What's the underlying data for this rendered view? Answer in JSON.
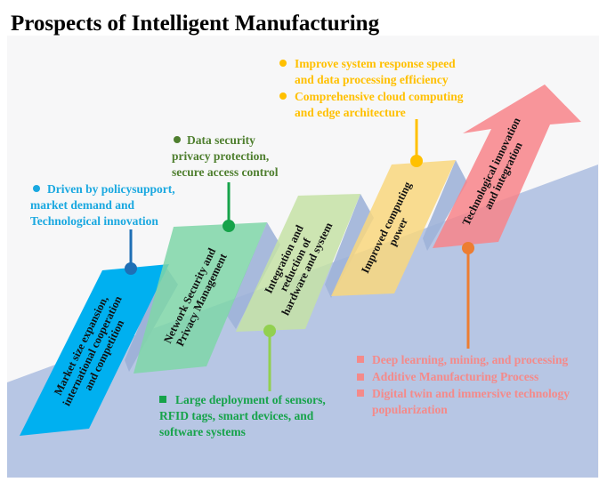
{
  "title": "Prospects of Intelligent Manufacturing",
  "colors": {
    "blue": "#00b0f0",
    "green": "#7fd6a8",
    "light_green": "#c6e2a6",
    "yellow": "#f9d77e",
    "red": "#f8848a",
    "ground": "#b3c3e3",
    "note_cyan": "#1aa8e0",
    "note_olive": "#4f7f2f",
    "note_green": "#16a34a",
    "note_yellow": "#ffc000",
    "note_pink": "#f48a8a"
  },
  "stages": [
    {
      "lines": [
        "Market size expansion,",
        "international cooperation",
        "and competition"
      ]
    },
    {
      "lines": [
        "Network Security and",
        "Privacy Management"
      ]
    },
    {
      "lines": [
        "Integration and",
        "reduction of",
        "hardware and system"
      ]
    },
    {
      "lines": [
        "Improved computing",
        "power"
      ]
    },
    {
      "lines": [
        "Technological innovation",
        "and integration"
      ]
    }
  ],
  "notes": {
    "stage1": [
      "Driven by policysupport,",
      "market demand and",
      "Technological innovation"
    ],
    "stage2": [
      "Data security",
      "privacy protection,",
      "secure access control"
    ],
    "stage3": [
      "Large deployment of sensors,",
      "RFID tags, smart devices, and",
      "software systems"
    ],
    "stage4": [
      "Improve system response speed",
      "and data processing efficiency",
      "Comprehensive cloud computing",
      "and edge architecture"
    ],
    "stage5": [
      "Deep learning, mining, and processing",
      "Additive Manufacturing Process",
      "Digital twin and immersive technology",
      "popularization"
    ]
  }
}
